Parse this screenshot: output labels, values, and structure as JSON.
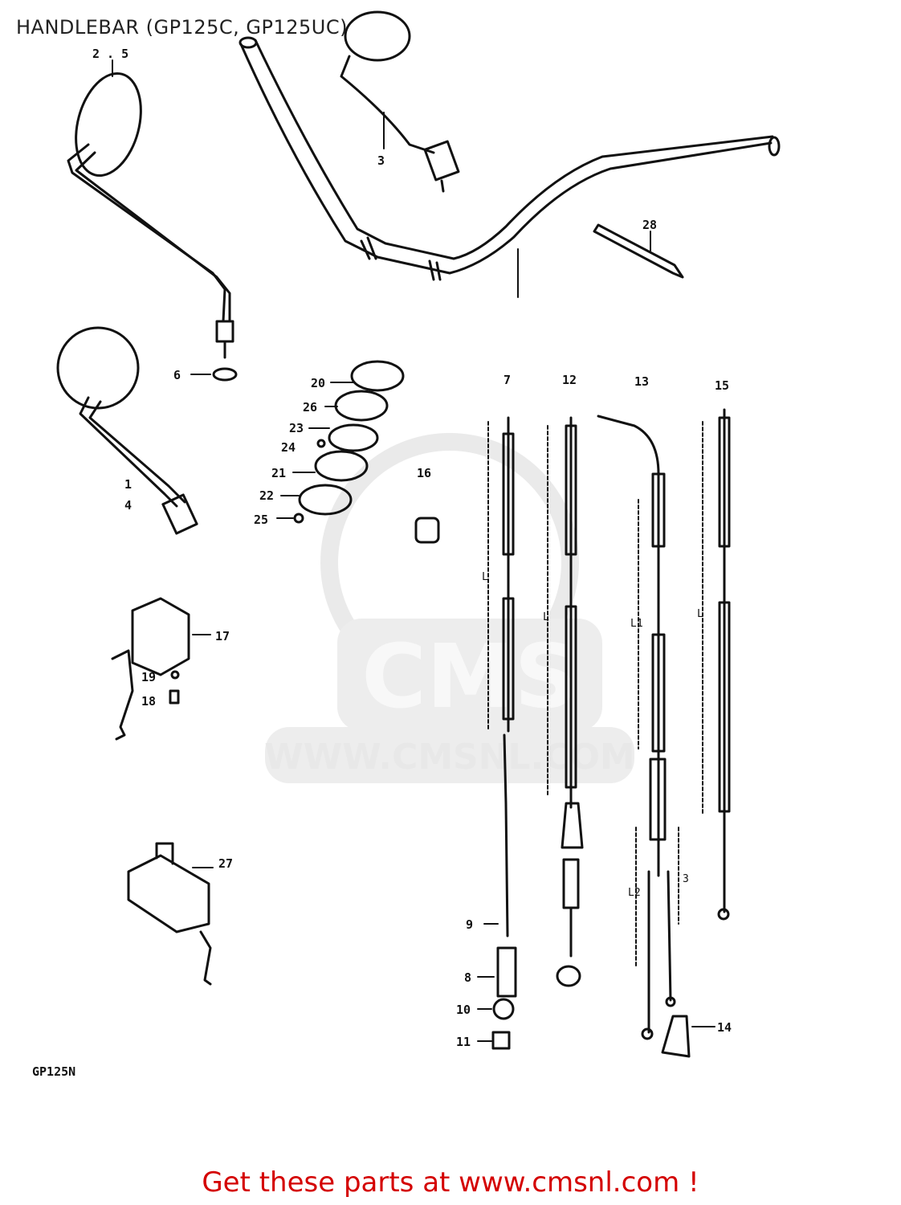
{
  "title": "HANDLEBAR (GP125C, GP125UC)",
  "model_code": "GP125N",
  "footer": "Get these parts at www.cmsnl.com !",
  "watermark": {
    "url": "WWW.CMSNL.COM",
    "logo": "CMS"
  },
  "callouts": {
    "p2_5": "2 . 5",
    "p3": "3",
    "p28": "28",
    "p1": "1",
    "p6": "6",
    "p1_4a": "1",
    "p1_4b": "4",
    "p20": "20",
    "p26": "26",
    "p23": "23",
    "p24": "24",
    "p21": "21",
    "p22": "22",
    "p25": "25",
    "p16": "16",
    "p17": "17",
    "p19": "19",
    "p18": "18",
    "p27": "27",
    "p7": "7",
    "p12": "12",
    "p13": "13",
    "p15": "15",
    "p9": "9",
    "p8": "8",
    "p10": "10",
    "p11": "11",
    "p14": "14",
    "dimL_a": "L",
    "dimL_b": "L",
    "dimL1": "L1",
    "dimL_c": "L",
    "dimL2": "L2",
    "dim3": "3"
  },
  "colors": {
    "footer": "#d40000",
    "line": "#111111",
    "watermark": "#e6e6e6"
  }
}
